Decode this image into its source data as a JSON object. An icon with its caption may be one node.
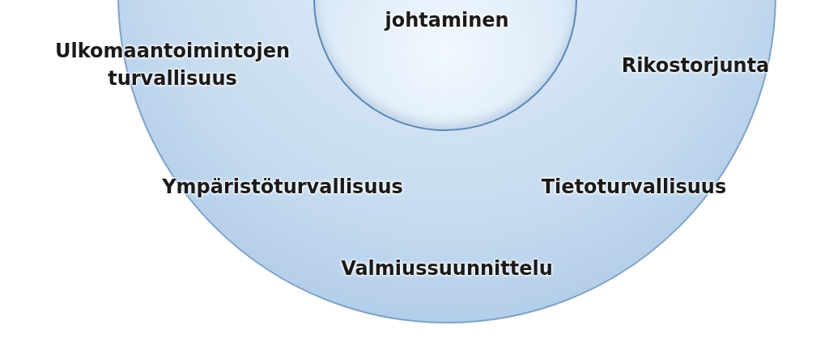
{
  "diagram": {
    "nodes": [
      {
        "text": [
          "Ulkomaantoimintojen turvallisuus",
          "Rikostorjunta",
          "Ympäristöturvallisuus",
          "Tietoturvallisuus",
          "Valmiussuunnittelu"
        ]
      },
      {
        "text": [
          "johtaminen"
        ],
        "in": 0
      }
    ]
  }
}
